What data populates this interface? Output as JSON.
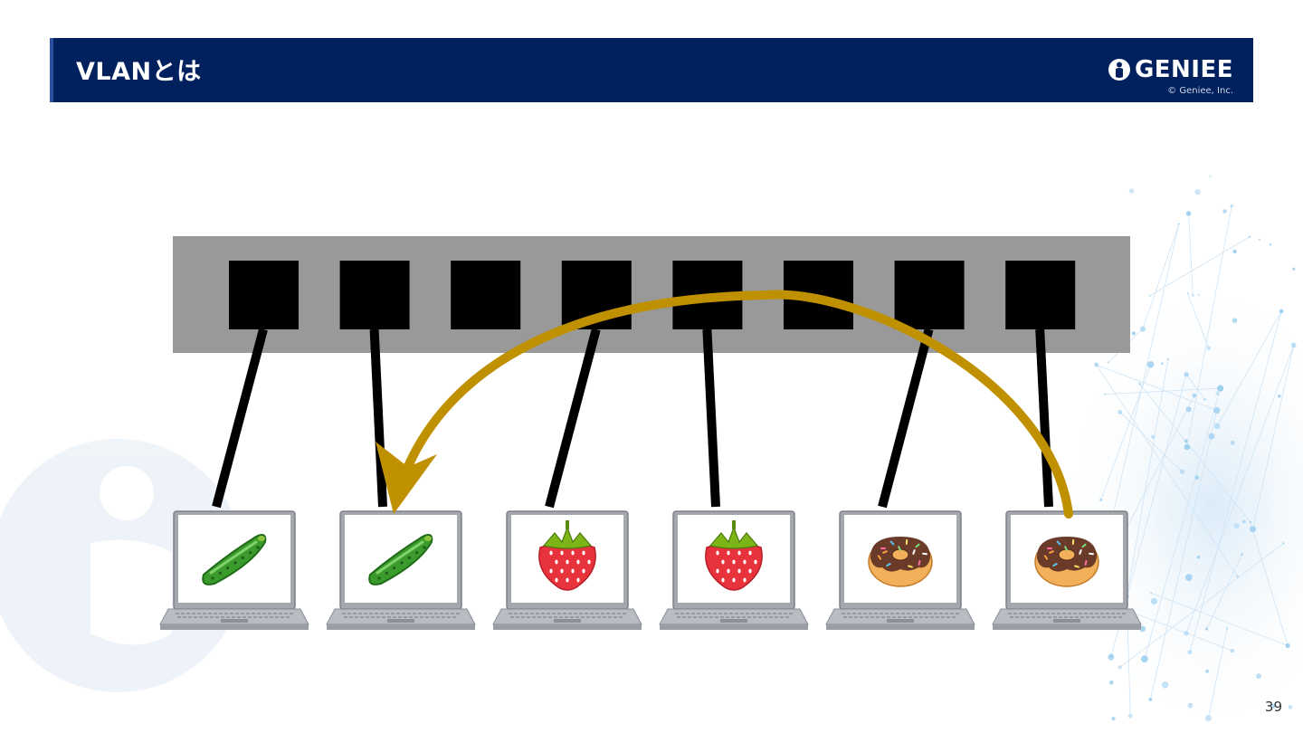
{
  "header": {
    "title": "VLANとは",
    "logo_text": "GENIEE",
    "copyright": "© Geniee, Inc."
  },
  "colors": {
    "header_bg": "#00215e",
    "switch_body": "#999999",
    "port": "#000000",
    "cable": "#000000",
    "arrow": "#bf9000",
    "watermark": "#eef3f9"
  },
  "switch": {
    "port_count": 8
  },
  "laptops": [
    {
      "icon": "cucumber-icon",
      "port": 1
    },
    {
      "icon": "cucumber-icon",
      "port": 2
    },
    {
      "icon": "strawberry-icon",
      "port": 4
    },
    {
      "icon": "strawberry-icon",
      "port": 5
    },
    {
      "icon": "donut-icon",
      "port": 7
    },
    {
      "icon": "donut-icon",
      "port": 8
    }
  ],
  "arrow": {
    "from_laptop": 6,
    "to_laptop": 2
  },
  "footer": {
    "page_number": "39"
  }
}
